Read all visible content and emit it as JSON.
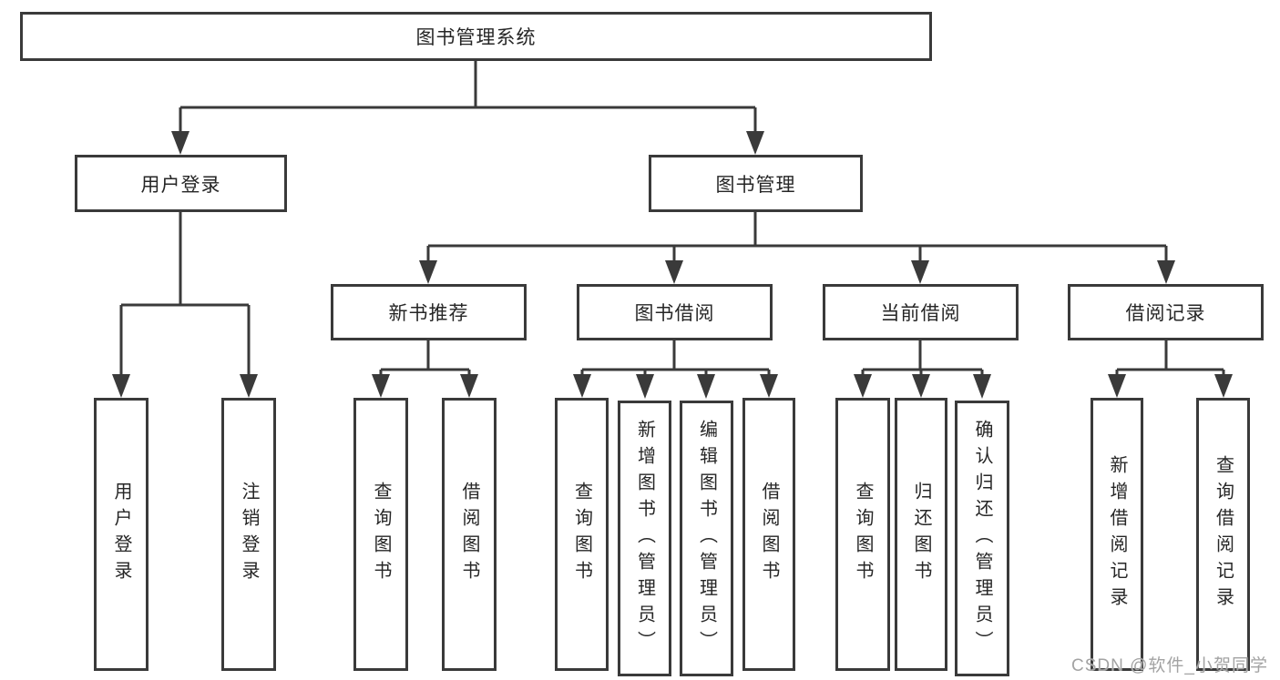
{
  "tree": {
    "root": {
      "label": "图书管理系统"
    },
    "branches": [
      {
        "label": "用户登录",
        "leaves": [
          {
            "label": "用户登录"
          },
          {
            "label": "注销登录"
          }
        ]
      },
      {
        "label": "图书管理",
        "groups": [
          {
            "label": "新书推荐",
            "leaves": [
              {
                "label": "查询图书"
              },
              {
                "label": "借阅图书"
              }
            ]
          },
          {
            "label": "图书借阅",
            "leaves": [
              {
                "label": "查询图书"
              },
              {
                "label": "新增图书（管理员）"
              },
              {
                "label": "编辑图书（管理员）"
              },
              {
                "label": "借阅图书"
              }
            ]
          },
          {
            "label": "当前借阅",
            "leaves": [
              {
                "label": "查询图书"
              },
              {
                "label": "归还图书"
              },
              {
                "label": "确认归还（管理员）"
              }
            ]
          },
          {
            "label": "借阅记录",
            "leaves": [
              {
                "label": "新增借阅记录"
              },
              {
                "label": "查询借阅记录"
              }
            ]
          }
        ]
      }
    ]
  },
  "watermark": {
    "text": "CSDN @软件_小贺同学"
  },
  "colors": {
    "line": "#3a3a3a",
    "text": "#262626",
    "background": "#ffffff",
    "watermark": "#a3a3a3"
  }
}
